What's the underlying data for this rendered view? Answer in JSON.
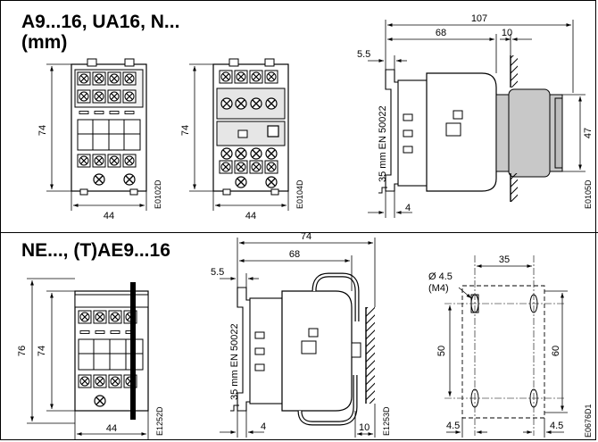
{
  "top": {
    "title_line1": "A9...16, UA16, N...",
    "title_line2": "(mm)",
    "front_a": {
      "height": "74",
      "width": "44",
      "code": "E0102D"
    },
    "front_b": {
      "height": "74",
      "width": "44",
      "code": "E0104D"
    },
    "side": {
      "overall": "107",
      "body": "68",
      "gap": "10",
      "offset": "5.5",
      "rail_text": "35 mm EN 50022",
      "height": "47",
      "bottom": "4",
      "code": "E0105D"
    }
  },
  "bottom": {
    "title": "NE..., (T)AE9...16",
    "front": {
      "outer_height": "76",
      "height": "74",
      "width": "44",
      "code": "E1252D"
    },
    "side": {
      "overall": "74",
      "body": "68",
      "offset": "5.5",
      "rail_text": "35 mm EN 50022",
      "bottom": "4",
      "gap": "10",
      "code": "E1253D"
    },
    "mounting": {
      "hole": "Ø 4.5",
      "screw": "(M4)",
      "width": "35",
      "height_inner": "50",
      "height_outer": "60",
      "margin_left": "4.5",
      "margin_right": "4.5",
      "code": "E0676D1"
    }
  }
}
